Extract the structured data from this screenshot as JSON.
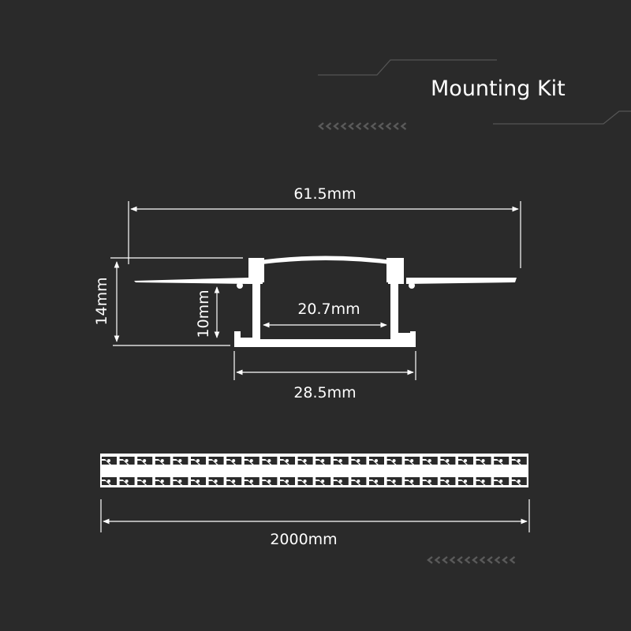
{
  "title": "Mounting Kit",
  "dimensions": {
    "total_width": "61.5mm",
    "total_height": "14mm",
    "inner_height": "10mm",
    "inner_width": "20.7mm",
    "outer_width": "28.5mm",
    "length": "2000mm"
  },
  "colors": {
    "background": "#2a2a2a",
    "foreground": "#ffffff",
    "decor": "#5a5a5a"
  }
}
